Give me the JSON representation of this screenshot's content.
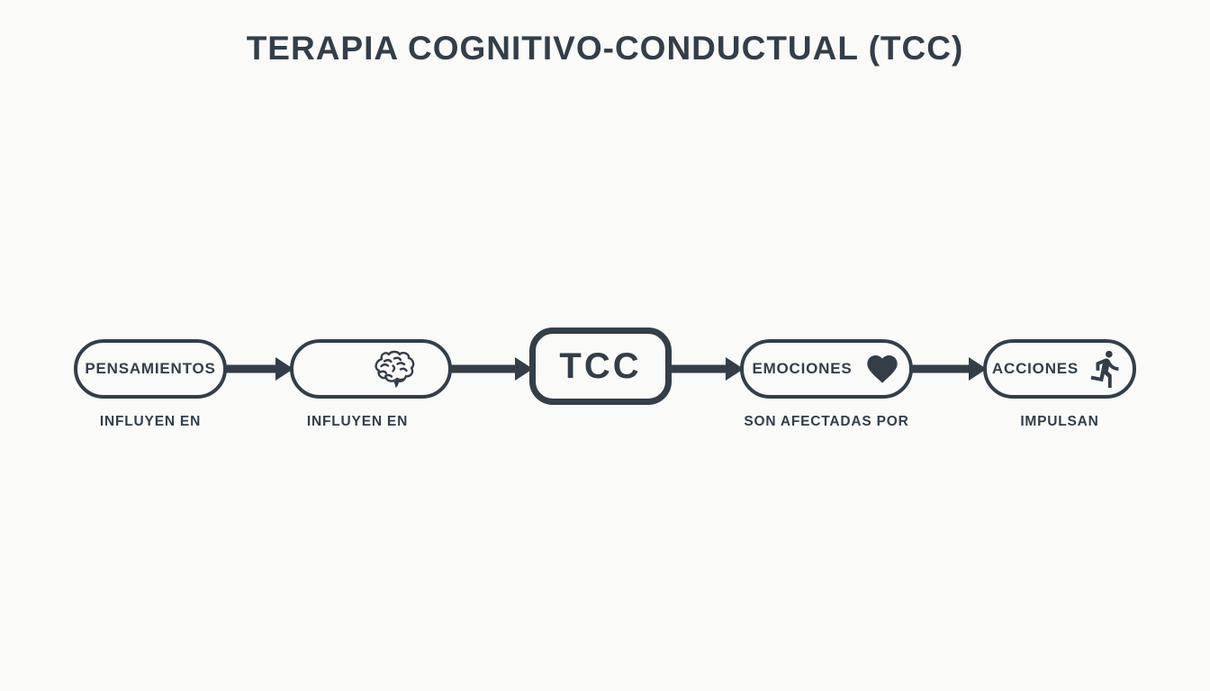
{
  "title": "TERAPIA COGNITIVO-CONDUCTUAL (TCC)",
  "colors": {
    "ink": "#333E48",
    "background": "#FAFAF8"
  },
  "nodes": [
    {
      "label": "PENSAMIENTOS",
      "icon": "",
      "caption": "INFLUYEN EN"
    },
    {
      "label": "",
      "icon": "brain-icon",
      "caption": "INFLUYEN EN"
    },
    {
      "label": "TCC",
      "icon": "",
      "caption": ""
    },
    {
      "label": "EMOCIONES",
      "icon": "heart-icon",
      "caption": "SON AFECTADAS POR"
    },
    {
      "label": "ACCIONES",
      "icon": "runner-icon",
      "caption": "IMPULSAN"
    }
  ],
  "connections": [
    {
      "from": 0,
      "to": 1
    },
    {
      "from": 1,
      "to": 2
    },
    {
      "from": 2,
      "to": 3
    },
    {
      "from": 3,
      "to": 4
    }
  ]
}
